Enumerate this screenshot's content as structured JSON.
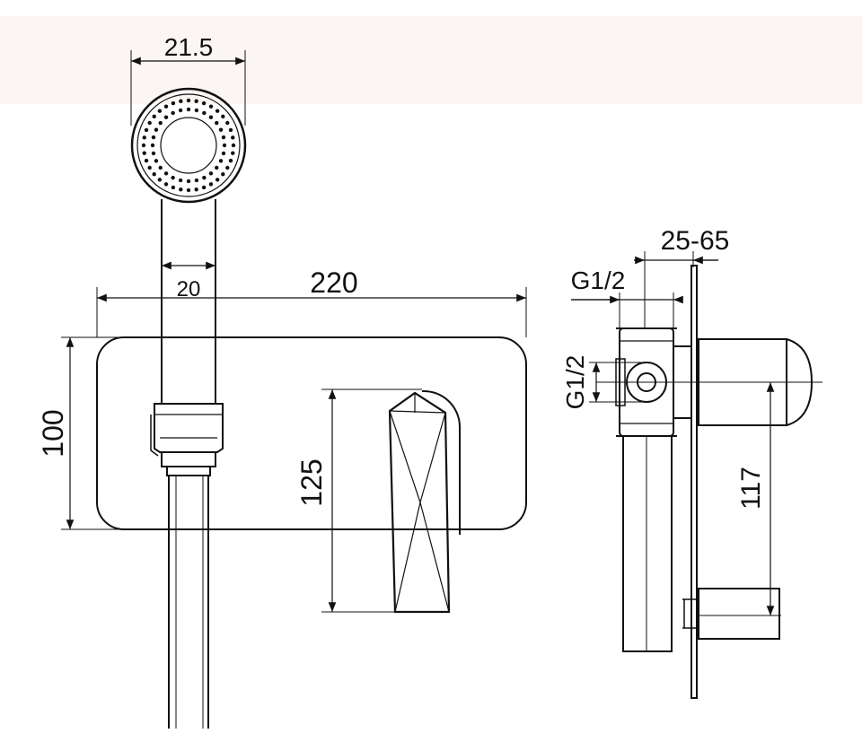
{
  "dimensions": {
    "head_width": "21.5",
    "handle_width": "20",
    "plate_width": "220",
    "plate_height": "100",
    "spout_height": "125",
    "wall_depth": "25-65",
    "thread_horizontal": "G1/2",
    "thread_vertical": "G1/2",
    "outlet_height": "117"
  }
}
